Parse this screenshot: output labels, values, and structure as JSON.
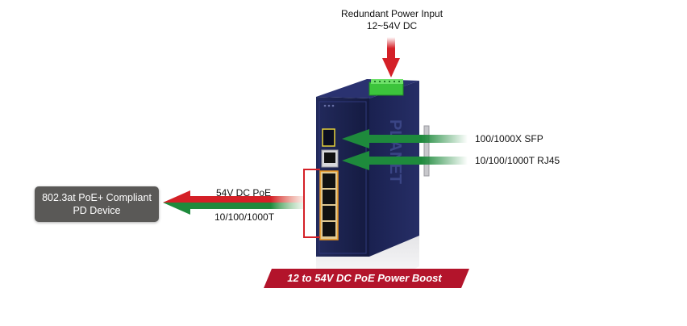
{
  "diagram": {
    "title_top": {
      "line1": "Redundant Power Input",
      "line2": "12~54V DC"
    },
    "inputs": [
      {
        "label": "100/1000X SFP",
        "arrow_color": "#1e8a3c"
      },
      {
        "label": "10/100/1000T RJ45",
        "arrow_color": "#1e8a3c"
      }
    ],
    "output": {
      "power_label": "54V DC PoE",
      "data_label": "10/100/1000T",
      "power_arrow_color": "#d42027",
      "data_arrow_color": "#1e8a3c"
    },
    "pd_device": {
      "line1": "802.3at PoE+ Compliant",
      "line2": "PD Device"
    },
    "banner": {
      "text": "12 to 54V DC PoE Power Boost",
      "color": "#b3142b"
    },
    "device": {
      "brand": "PLANET",
      "body_color": "#1c2352",
      "terminal_color": "#3cc43c",
      "sfp_ports": 1,
      "rj45_uplink_ports": 1,
      "poe_ports": 4
    }
  }
}
